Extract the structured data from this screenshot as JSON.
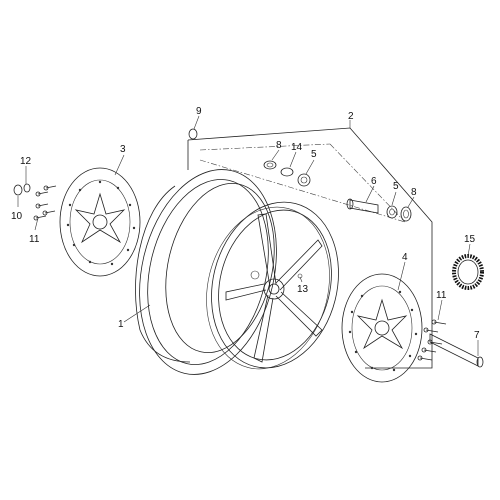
{
  "diagram": {
    "callouts": {
      "c1": "1",
      "c2": "2",
      "c3": "3",
      "c4": "4",
      "c5a": "5",
      "c5b": "5",
      "c6": "6",
      "c7": "7",
      "c8a": "8",
      "c8b": "8",
      "c9": "9",
      "c10": "10",
      "c11a": "11",
      "c11b": "11",
      "c12": "12",
      "c13": "13",
      "c14": "14",
      "c15": "15"
    }
  }
}
